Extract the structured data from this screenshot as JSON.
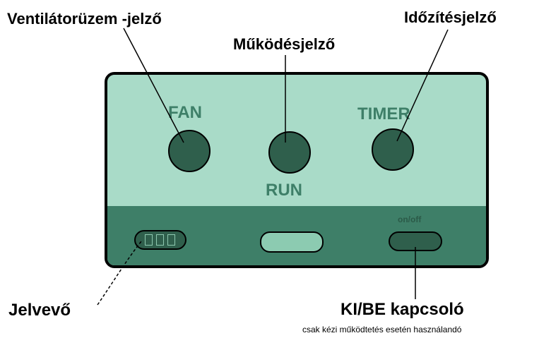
{
  "callouts": {
    "fan_indicator": "Ventilátorüzem -jelző",
    "run_indicator": "Működésjelző",
    "timer_indicator": "Időzítésjelző",
    "receiver": "Jelvevő",
    "switch": "KI/BE kapcsoló",
    "switch_note": "csak kézi működtetés esetén használandó"
  },
  "panel": {
    "fan_label": "FAN",
    "run_label": "RUN",
    "timer_label": "TIMER",
    "switch_label": "on/off"
  },
  "colors": {
    "panel_light": "#a9dbc8",
    "panel_dark": "#3e7f68",
    "led": "#2f5f4c",
    "run_window": "#8ccbb1"
  }
}
